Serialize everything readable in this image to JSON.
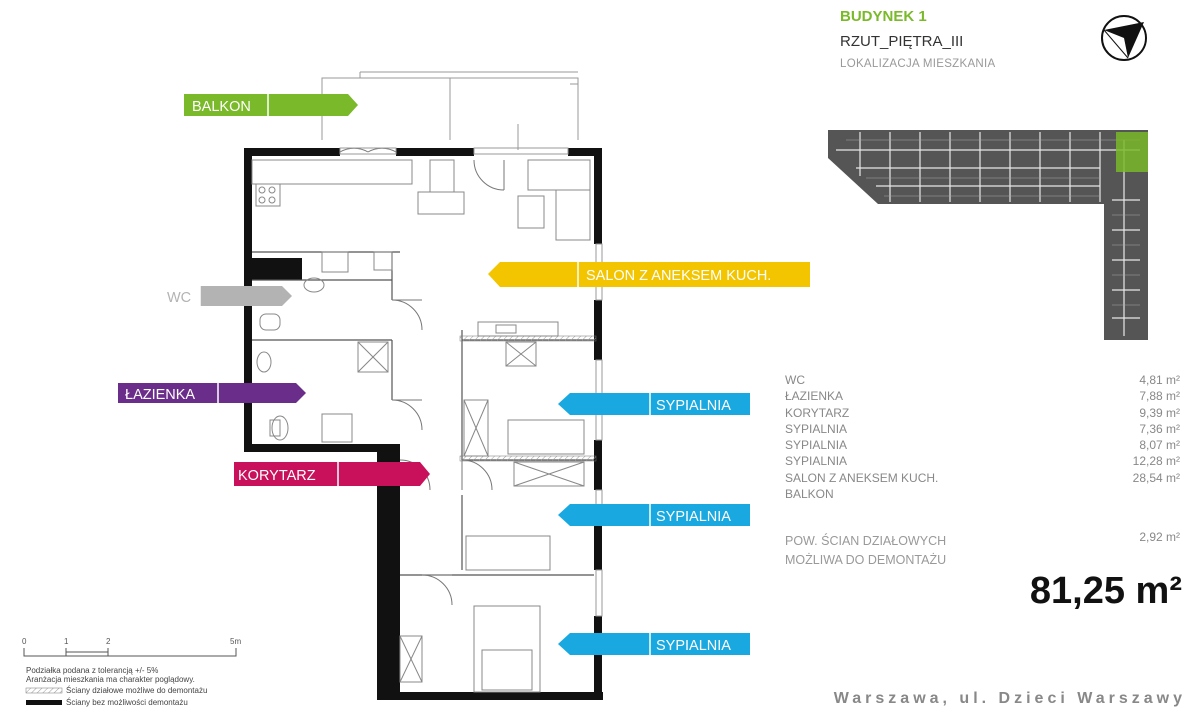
{
  "header": {
    "building": "BUDYNEK 1",
    "floor": "RZUT_PIĘTRA_III",
    "location_label": "LOKALIZACJA MIESZKANIA"
  },
  "room_labels": {
    "balkon": "BALKON",
    "wc": "WC",
    "lazienka": "ŁAZIENKA",
    "korytarz": "KORYTARZ",
    "salon": "SALON Z ANEKSEM KUCH.",
    "sypialnia_1": "SYPIALNIA",
    "sypialnia_2": "SYPIALNIA",
    "sypialnia_3": "SYPIALNIA"
  },
  "label_colors": {
    "balkon": "#7ab929",
    "wc": "#b3b3b3",
    "lazienka": "#6b2d8a",
    "korytarz": "#c8115a",
    "salon": "#f2c500",
    "sypialnia": "#19a9e0"
  },
  "areas": [
    {
      "name": "WC",
      "value": "4,81 m²"
    },
    {
      "name": "ŁAZIENKA",
      "value": "7,88 m²"
    },
    {
      "name": "KORYTARZ",
      "value": "9,39 m²"
    },
    {
      "name": "SYPIALNIA",
      "value": "7,36 m²"
    },
    {
      "name": "SYPIALNIA",
      "value": "8,07 m²"
    },
    {
      "name": "SYPIALNIA",
      "value": "12,28 m²"
    },
    {
      "name": "SALON Z ANEKSEM KUCH.",
      "value": "28,54 m²"
    },
    {
      "name": "BALKON",
      "value": ""
    }
  ],
  "walls": {
    "line1": "POW. ŚCIAN DZIAŁOWYCH",
    "line2": "MOŻLIWA DO DEMONTAŻU",
    "value": "2,92 m²"
  },
  "total_area": "81,25 m²",
  "address": "Warszawa, ul. Dzieci Warszawy",
  "scale": {
    "ticks": [
      "0",
      "1",
      "2",
      "5m"
    ]
  },
  "notes": {
    "line1": "Podziałka podana z tolerancją +/- 5%",
    "line2": "Aranżacja mieszkania ma charakter poglądowy.",
    "legend_dashed": "Ściany działowe możliwe do demontażu",
    "legend_solid": "Ściany bez możliwości demontażu"
  }
}
